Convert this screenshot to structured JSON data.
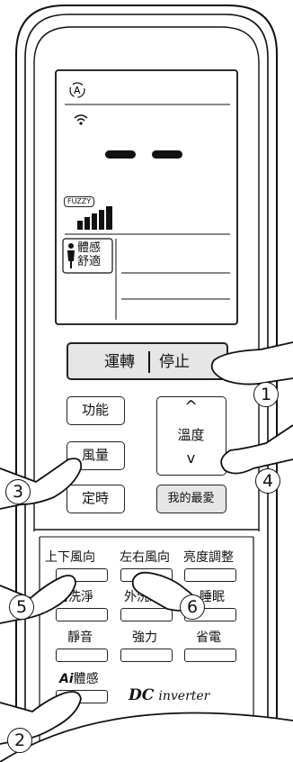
{
  "display": {
    "fuzzy": "FUZZY",
    "person_line1": "體感",
    "person_line2": "舒適"
  },
  "buttons": {
    "run_stop": "運轉",
    "stop": "停止",
    "function": "功能",
    "temperature": "溫度",
    "fan": "風量",
    "timer": "定時",
    "favorite": "我的最愛",
    "updown": "上下風向",
    "leftright": "左右風向",
    "brightness": "亮度調整",
    "inner_clean": "內洗淨",
    "outer_clean": "外洗淨",
    "sleep": "睡眠",
    "quiet": "靜音",
    "powerful": "強力",
    "eco": "省電",
    "ai_sense": "體感",
    "ai_prefix": "Ai"
  },
  "branding": {
    "logo_dc": "DC",
    "logo_inverter": "inverter"
  },
  "callouts": [
    "1",
    "2",
    "3",
    "4",
    "5",
    "6"
  ]
}
